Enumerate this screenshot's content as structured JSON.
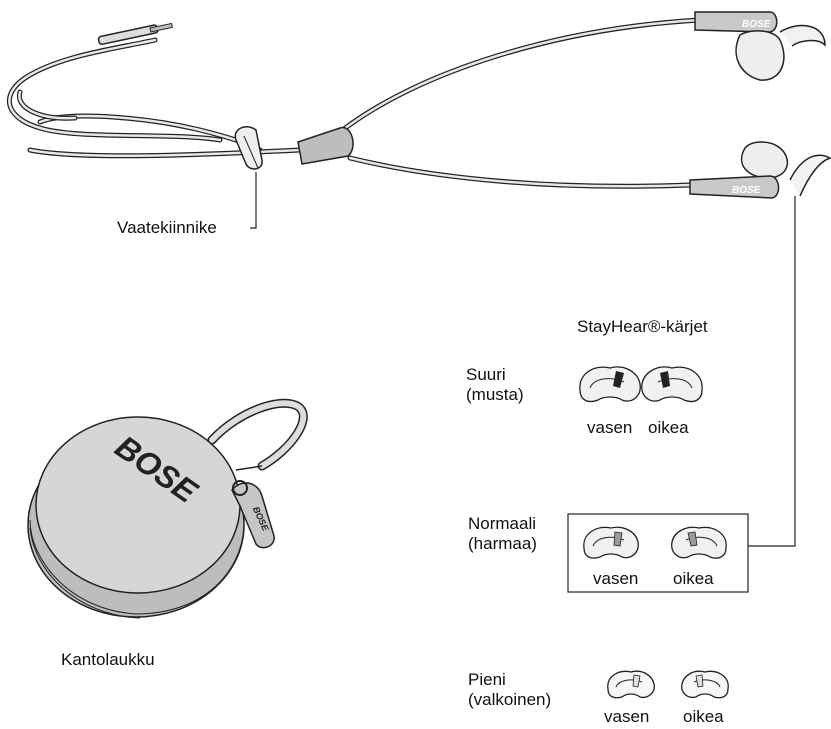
{
  "labels": {
    "clip": "Vaatekiinnike",
    "case": "Kantolaukku",
    "tips_header": "StayHear®-kärjet"
  },
  "tip_sizes": [
    {
      "name": "Suuri",
      "color": "(musta)",
      "left": "vasen",
      "right": "oikea"
    },
    {
      "name": "Normaali",
      "color": "(harmaa)",
      "left": "vasen",
      "right": "oikea"
    },
    {
      "name": "Pieni",
      "color": "(valkoinen)",
      "left": "vasen",
      "right": "oikea"
    }
  ],
  "brand": {
    "case_logo": "BOSE",
    "tag_logo": "BOSE",
    "left_bud_logo": "BOSE",
    "right_bud_logo": "BOSE"
  },
  "colors": {
    "line": "#222222",
    "fill_light": "#eeeeee",
    "fill_mid": "#cfcfcf",
    "fill_dark": "#9a9a9a",
    "case_face": "#d6d6d6"
  }
}
